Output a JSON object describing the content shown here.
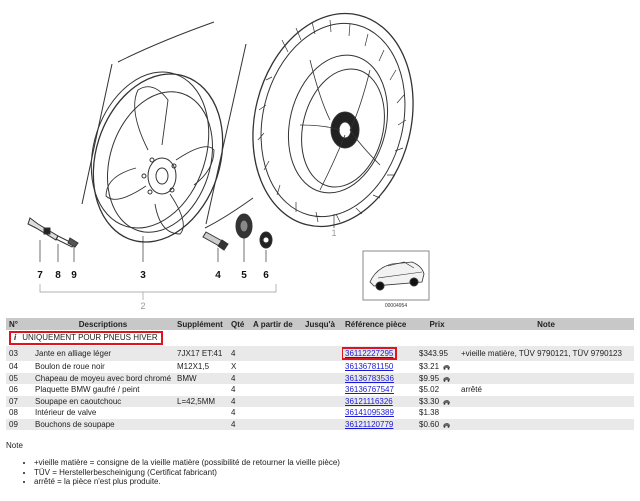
{
  "diagram": {
    "callouts": [
      "7",
      "8",
      "9",
      "3",
      "4",
      "5",
      "6",
      "1",
      "2"
    ],
    "inset_code": "00004954"
  },
  "table": {
    "headers": {
      "no": "N°",
      "description": "Descriptions",
      "supplement": "Supplément",
      "qty": "Qté",
      "from": "A partir de",
      "until": "Jusqu'à",
      "reference": "Référence pièce",
      "price": "Prix",
      "note": "Note"
    },
    "info_row": {
      "icon": "i",
      "text": "UNIQUEMENT POUR PNEUS HIVER"
    },
    "rows": [
      {
        "no": "03",
        "description": "Jante en alliage léger",
        "supplement": "7JX17 ET:41",
        "qty": "4",
        "from": "",
        "until": "",
        "reference": "36112227295",
        "price": "$343.95",
        "car_icon": false,
        "note": "+vieille matière, TÜV 9790121, TÜV 9790123",
        "highlight": true
      },
      {
        "no": "04",
        "description": "Boulon de roue noir",
        "supplement": "M12X1,5",
        "qty": "X",
        "from": "",
        "until": "",
        "reference": "36136781150",
        "price": "$3.21",
        "car_icon": true,
        "note": "",
        "highlight": false
      },
      {
        "no": "05",
        "description": "Chapeau de moyeu avec bord chromé",
        "supplement": "BMW",
        "qty": "4",
        "from": "",
        "until": "",
        "reference": "36136783536",
        "price": "$9.95",
        "car_icon": true,
        "note": "",
        "highlight": false
      },
      {
        "no": "06",
        "description": "Plaquette BMW gaufré / peint",
        "supplement": "",
        "qty": "4",
        "from": "",
        "until": "",
        "reference": "36136767547",
        "price": "$5.02",
        "car_icon": false,
        "note": "arrêté",
        "highlight": false
      },
      {
        "no": "07",
        "description": "Soupape en caoutchouc",
        "supplement": "L=42,5MM",
        "qty": "4",
        "from": "",
        "until": "",
        "reference": "36121116326",
        "price": "$3.30",
        "car_icon": true,
        "note": "",
        "highlight": false
      },
      {
        "no": "08",
        "description": "Intérieur de valve",
        "supplement": "",
        "qty": "4",
        "from": "",
        "until": "",
        "reference": "36141095389",
        "price": "$1.38",
        "car_icon": false,
        "note": "",
        "highlight": false
      },
      {
        "no": "09",
        "description": "Bouchons de soupape",
        "supplement": "",
        "qty": "4",
        "from": "",
        "until": "",
        "reference": "36121120779",
        "price": "$0.60",
        "car_icon": true,
        "note": "",
        "highlight": false
      }
    ]
  },
  "notes": {
    "title": "Note",
    "items": [
      "+vieille matière = consigne de la vieille matière (possibilité de retourner la vieille pièce)",
      "TÜV = Herstellerbescheinigung (Certificat fabricant)",
      "arrêté = la pièce n'est plus produite."
    ]
  },
  "colors": {
    "highlight": "#e0141e",
    "link": "#1a1ad6",
    "header_bg": "#c8c8c8",
    "stripe": "#e9e9e9"
  }
}
